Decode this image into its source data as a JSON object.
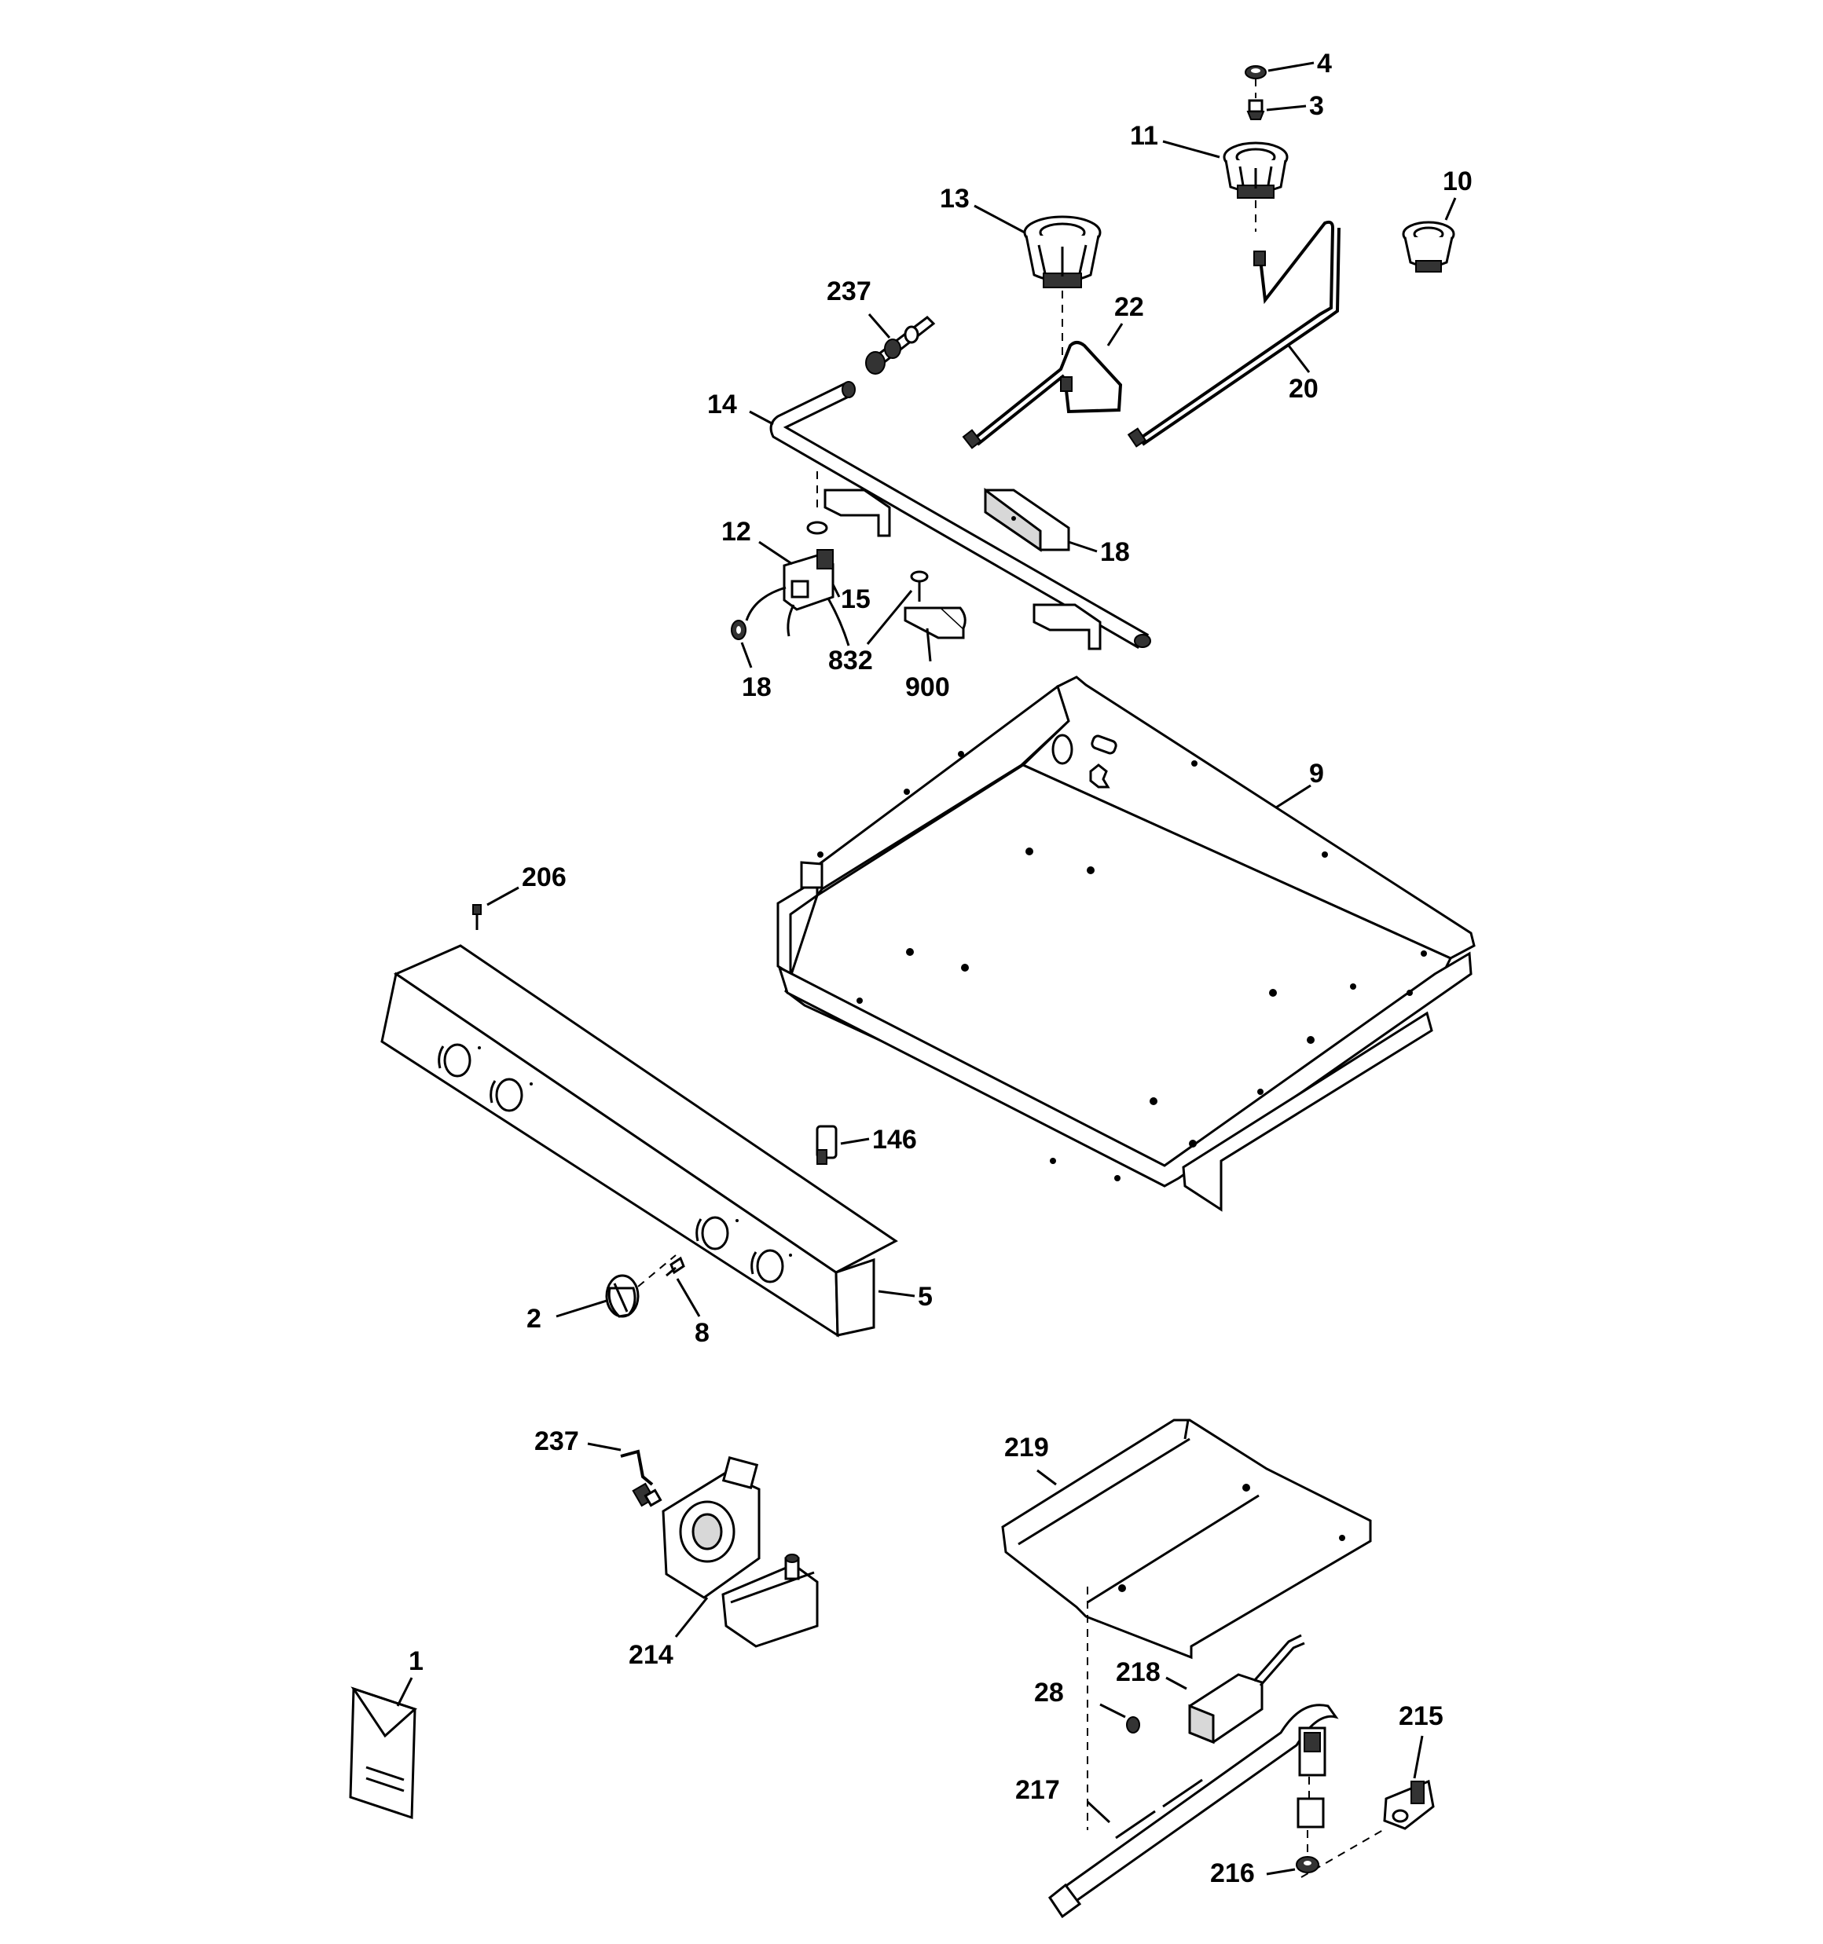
{
  "callouts": {
    "c4": "4",
    "c3": "3",
    "c11": "11",
    "c10": "10",
    "c13": "13",
    "c237a": "237",
    "c22": "22",
    "c20": "20",
    "c14": "14",
    "c18a": "18",
    "c12": "12",
    "c15": "15",
    "c832": "832",
    "c900": "900",
    "c18b": "18",
    "c9": "9",
    "c206": "206",
    "c146": "146",
    "c2": "2",
    "c8": "8",
    "c5": "5",
    "c237b": "237",
    "c214": "214",
    "c219": "219",
    "c1": "1",
    "c28": "28",
    "c218": "218",
    "c215": "215",
    "c217": "217",
    "c216": "216"
  }
}
